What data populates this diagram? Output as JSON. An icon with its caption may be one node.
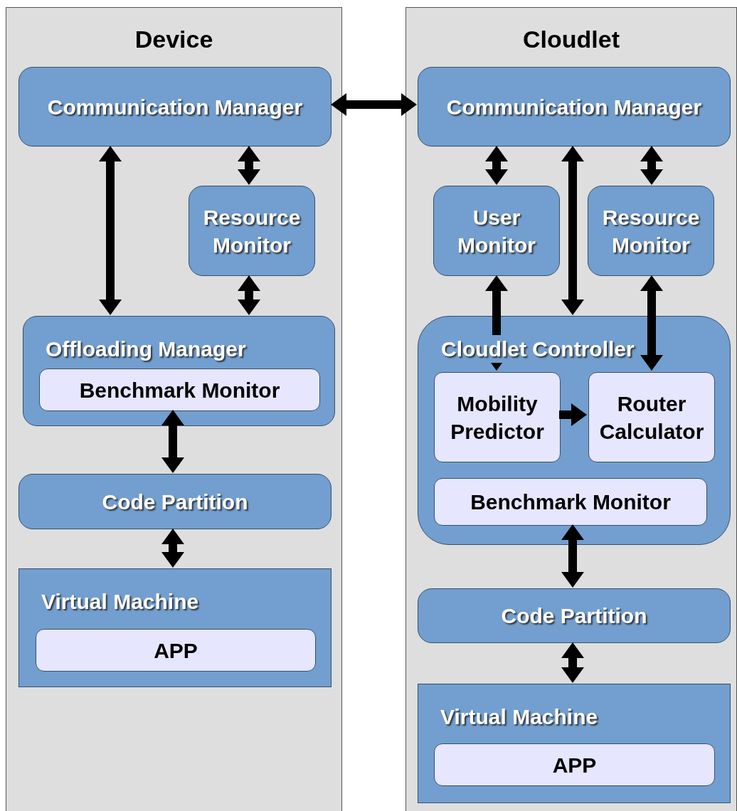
{
  "diagram": {
    "nodes": [
      {
        "text": [
          "Device"
        ]
      },
      {
        "text": [
          "Communication Manager"
        ],
        "in": 0
      },
      {
        "text": [
          "Resource Monitor"
        ],
        "in": 0
      },
      {
        "text": [
          "Offloading Manager"
        ],
        "in": 0
      },
      {
        "text": [
          "Benchmark Monitor"
        ],
        "in": 3
      },
      {
        "text": [
          "Code Partition"
        ],
        "in": 0
      },
      {
        "text": [
          "Virtual Machine"
        ],
        "in": 0
      },
      {
        "text": [
          "APP"
        ],
        "in": 6
      },
      {
        "text": [
          "Cloudlet"
        ]
      },
      {
        "text": [
          "Communication Manager"
        ],
        "in": 8
      },
      {
        "text": [
          "User Monitor"
        ],
        "in": 8
      },
      {
        "text": [
          "Resource Monitor"
        ],
        "in": 8
      },
      {
        "text": [
          "Cloudlet Controller"
        ],
        "in": 8
      },
      {
        "text": [
          "Mobility Predictor"
        ],
        "in": 12
      },
      {
        "text": [
          "Router Calculator"
        ],
        "in": 12
      },
      {
        "text": [
          "Benchmark Monitor"
        ],
        "in": 12
      },
      {
        "text": [
          "Code Partition"
        ],
        "in": 8
      },
      {
        "text": [
          "Virtual Machine"
        ],
        "in": 8
      },
      {
        "text": [
          "APP"
        ],
        "in": 17
      }
    ],
    "edges": [
      {
        "from": 1,
        "to": 9,
        "arrow": "both"
      },
      {
        "from": 1,
        "to": 3,
        "arrow": "both"
      },
      {
        "from": 1,
        "to": 2,
        "arrow": "both"
      },
      {
        "from": 2,
        "to": 3,
        "arrow": "both"
      },
      {
        "from": 4,
        "to": 5,
        "arrow": "both"
      },
      {
        "from": 5,
        "to": 6,
        "arrow": "both"
      },
      {
        "from": 9,
        "to": 10,
        "arrow": "both"
      },
      {
        "from": 9,
        "to": 12,
        "arrow": "both"
      },
      {
        "from": 9,
        "to": 11,
        "arrow": "both"
      },
      {
        "from": 10,
        "to": 13,
        "arrow": "both"
      },
      {
        "from": 11,
        "to": 14,
        "arrow": "both"
      },
      {
        "from": 13,
        "to": 14,
        "arrow": "to"
      },
      {
        "from": 15,
        "to": 16,
        "arrow": "both"
      },
      {
        "from": 16,
        "to": 17,
        "arrow": "both"
      }
    ]
  }
}
